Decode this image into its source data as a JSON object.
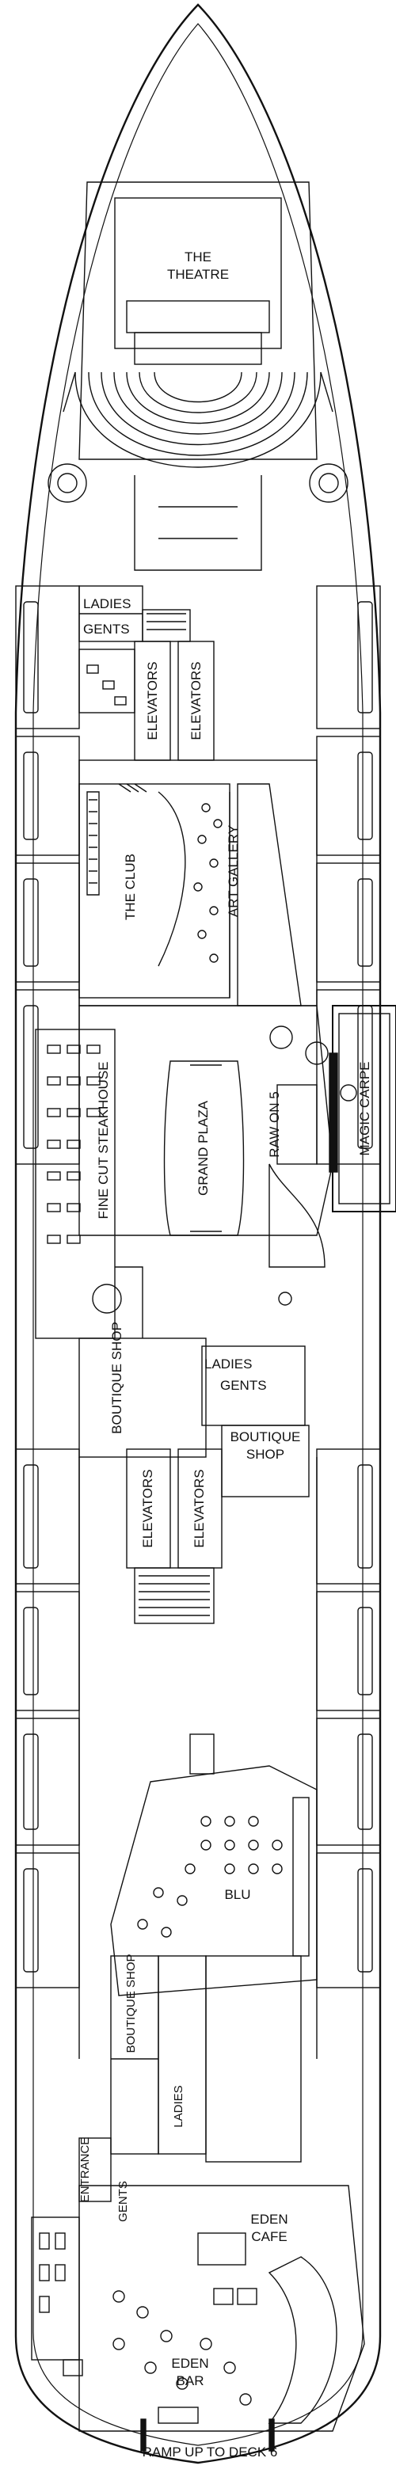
{
  "labels": {
    "theatre_line1": "THE",
    "theatre_line2": "THEATRE",
    "ladies_fwd": "LADIES",
    "gents_fwd": "GENTS",
    "elevators_fwd_a": "ELEVATORS",
    "elevators_fwd_b": "ELEVATORS",
    "the_club": "THE CLUB",
    "art_gallery": "ART GALLERY",
    "fine_cut_steakhouse": "FINE CUT STEAKHOUSE",
    "grand_plaza": "GRAND PLAZA",
    "raw_on_5": "RAW ON 5",
    "magic_carpet": "MAGIC CARPE",
    "boutique_shop_port": "BOUTIQUE SHOP",
    "ladies_mid": "LADIES",
    "gents_mid": "GENTS",
    "boutique_shop_stbd_1": "BOUTIQUE",
    "boutique_shop_stbd_2": "SHOP",
    "elevators_mid_a": "ELEVATORS",
    "elevators_mid_b": "ELEVATORS",
    "blu": "BLU",
    "boutique_shop_aft": "BOUTIQUE SHOP",
    "ladies_aft": "LADIES",
    "gents_aft": "GENTS",
    "entrance": "ENTRANCE",
    "eden_cafe_1": "EDEN",
    "eden_cafe_2": "CAFE",
    "eden_bar_1": "EDEN",
    "eden_bar_2": "BAR",
    "ramp": "RAMP UP TO DECK 6"
  },
  "colors": {
    "line": "#111111",
    "background": "#ffffff"
  }
}
